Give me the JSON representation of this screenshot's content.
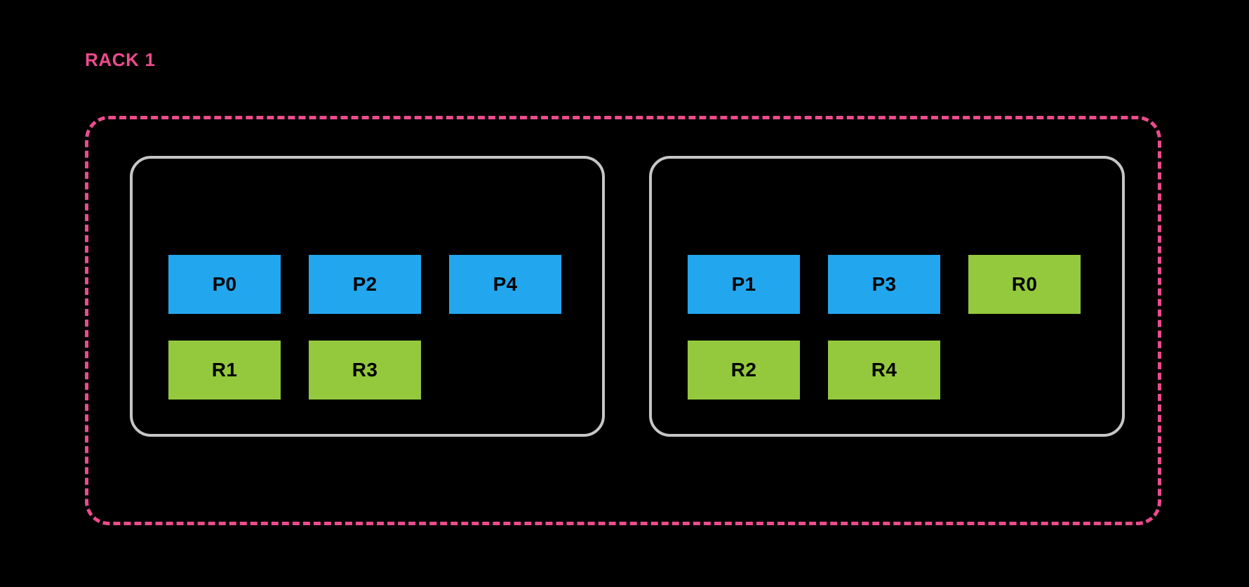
{
  "diagram": {
    "title": "RACK 1",
    "background_color": "#000000",
    "rack": {
      "label": "RACK 1",
      "border_color": "#ec4b8e",
      "border_style": "dashed"
    },
    "node_border_color": "#c6c6c6",
    "colors": {
      "primary": "#22a7ef",
      "replica": "#94c93d",
      "rack_accent": "#ec4b8e",
      "node_outline": "#c6c6c6",
      "chip_text": "#000000",
      "background": "#000000"
    },
    "nodes": [
      {
        "id": "node-0",
        "rows": [
          {
            "type": "primary",
            "chips": [
              {
                "label": "P0",
                "kind": "primary"
              },
              {
                "label": "P2",
                "kind": "primary"
              },
              {
                "label": "P4",
                "kind": "primary"
              }
            ]
          },
          {
            "type": "replica",
            "chips": [
              {
                "label": "R1",
                "kind": "replica"
              },
              {
                "label": "R3",
                "kind": "replica"
              }
            ]
          }
        ]
      },
      {
        "id": "node-1",
        "rows": [
          {
            "type": "mixed",
            "chips": [
              {
                "label": "P1",
                "kind": "primary"
              },
              {
                "label": "P3",
                "kind": "primary"
              },
              {
                "label": "R0",
                "kind": "replica"
              }
            ]
          },
          {
            "type": "replica",
            "chips": [
              {
                "label": "R2",
                "kind": "replica"
              },
              {
                "label": "R4",
                "kind": "replica"
              }
            ]
          }
        ]
      }
    ]
  }
}
